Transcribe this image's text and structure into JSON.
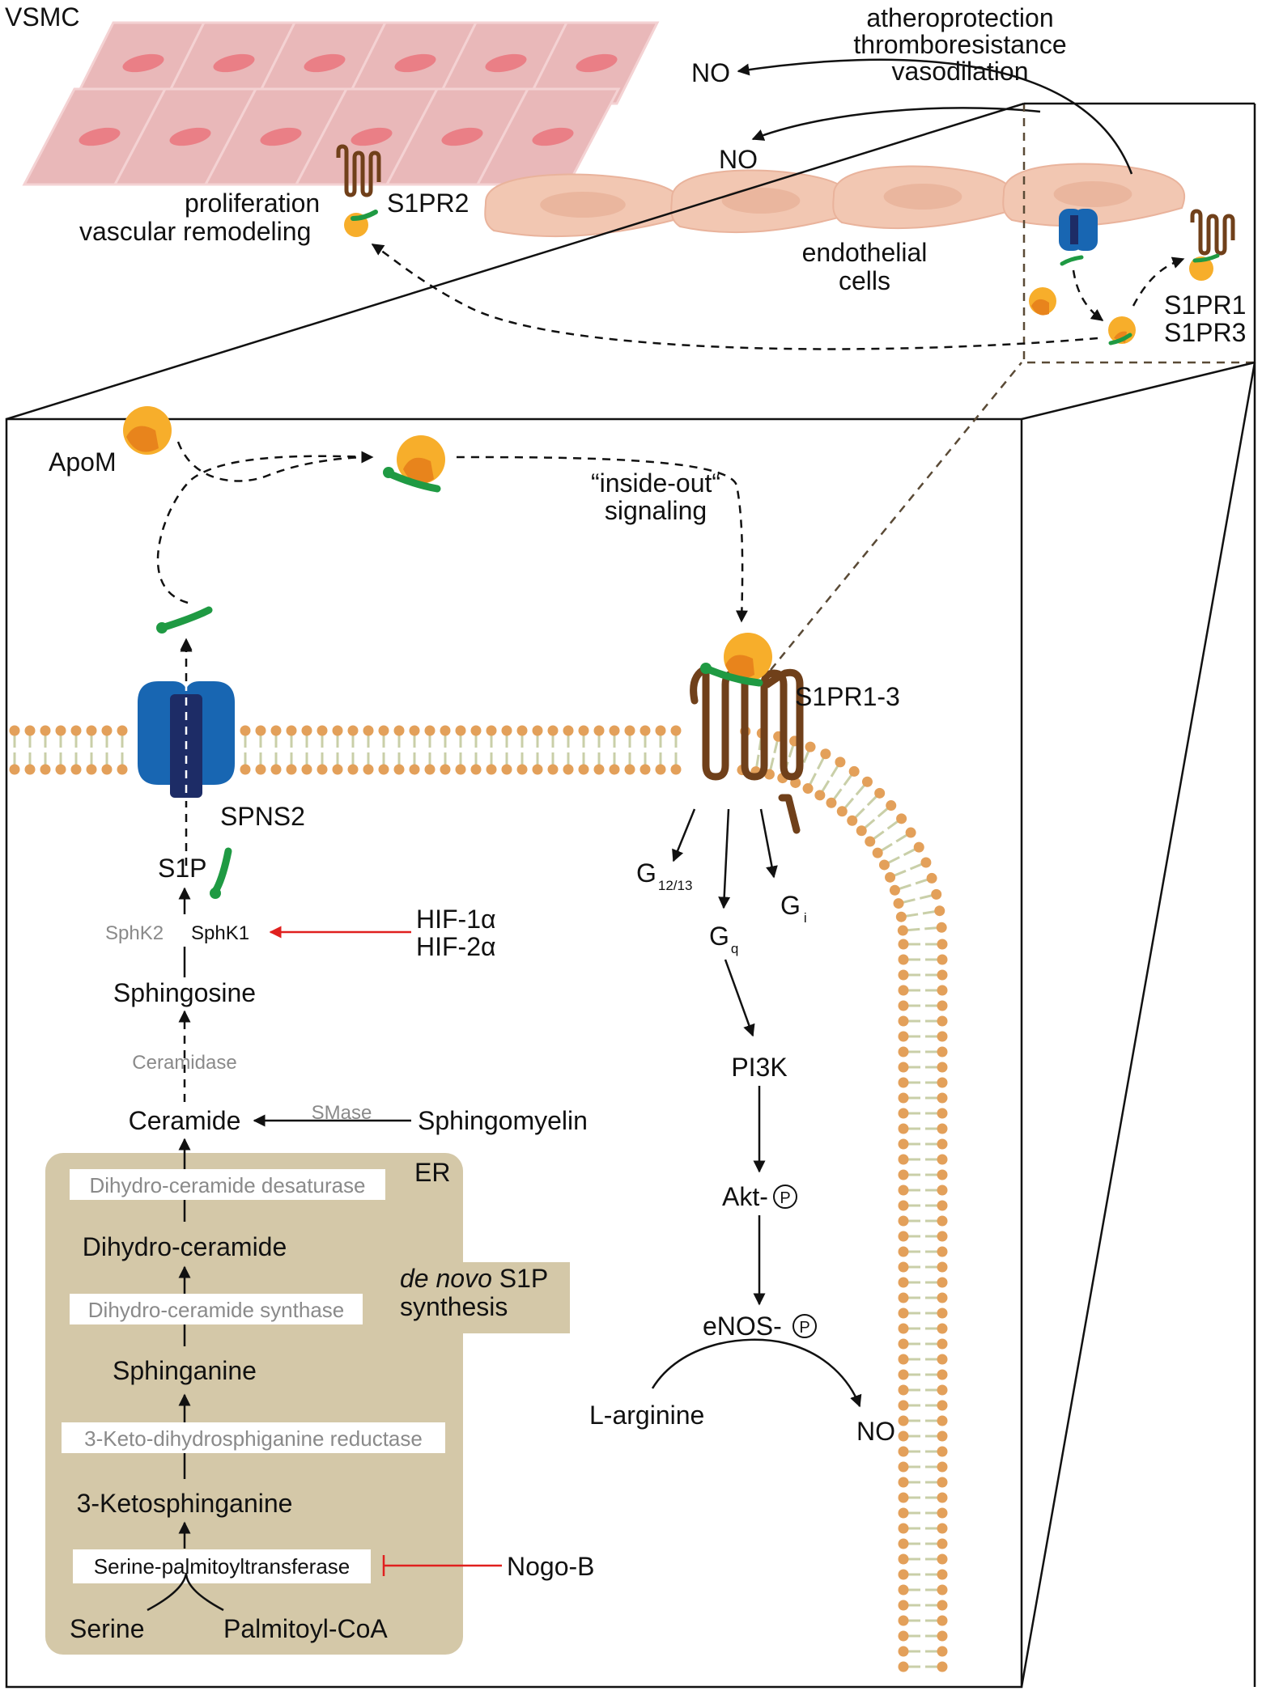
{
  "colors": {
    "er_background": "#d4c8a8",
    "lipid_head": "#e3a05a",
    "lipid_tail": "#c9cfa8",
    "vsmc": "#e9b8b9",
    "vsmc_nucleus": "#ea7f86",
    "endothelial": "#f2c7b2",
    "apom": "#f7ae2b",
    "apom_dark": "#e8841c",
    "s1p": "#1f9a43",
    "spns2": "#1866b2",
    "spns2_dark": "#1d2c66",
    "s1pr": "#70401a",
    "inhibit": "#e0201e"
  },
  "top": {
    "vsmc_label": "VSMC",
    "effects_line1": "atheroprotection",
    "effects_line2": "thromboresistance",
    "effects_line3": "vasodilation",
    "no_top_1": "NO",
    "no_top_2": "NO",
    "proliferation": "proliferation",
    "remodeling": "vascular remodeling",
    "s1pr2": "S1PR2",
    "endothelial_line1": "endothelial",
    "endothelial_line2": "cells",
    "s1pr1": "S1PR1",
    "s1pr3": "S1PR3"
  },
  "box": {
    "apom": "ApoM",
    "inside_out_line1": "“inside-out“",
    "inside_out_line2": "signaling",
    "s1pr13": "S1PR1-3",
    "spns2": "SPNS2",
    "s1p": "S1P",
    "sphk2": "SphK2",
    "sphk1": "SphK1",
    "hif1": "HIF-1α",
    "hif2": "HIF-2α",
    "sphingosine": "Sphingosine",
    "ceramidase": "Ceramidase",
    "ceramide": "Ceramide",
    "smase": "SMase",
    "sphingomyelin": "Sphingomyelin",
    "er": "ER",
    "dh_desaturase": "Dihydro-ceramide desaturase",
    "dihydroceramide": "Dihydro-ceramide",
    "de_novo_italic": "de novo",
    "de_novo_rest": " S1P",
    "synthesis": "synthesis",
    "dh_synthase": "Dihydro-ceramide synthase",
    "sphinganine": "Sphinganine",
    "keto_reductase": "3-Keto-dihydrosphiganine reductase",
    "ketosphinganine": "3-Ketosphinganine",
    "spt": "Serine-palmitoyltransferase",
    "nogo": "Nogo-B",
    "serine": "Serine",
    "palmitoyl": "Palmitoyl-CoA",
    "g1213_main": "G",
    "g1213_sub": "12/13",
    "gq_main": "G",
    "gq_sub": "q",
    "gi_main": "G",
    "gi_sub": "i",
    "pi3k": "PI3K",
    "akt": "Akt-",
    "enos": "eNOS-",
    "phospho": "P",
    "larginine": "L-arginine",
    "no_bottom": "NO"
  }
}
